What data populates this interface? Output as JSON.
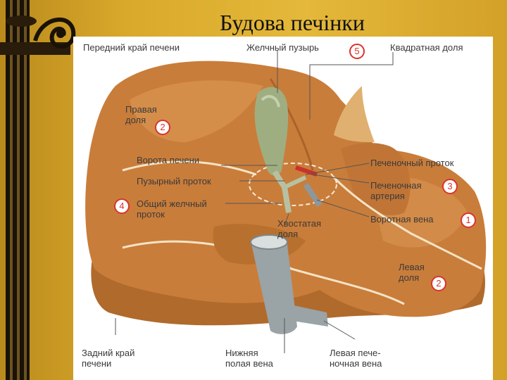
{
  "title": "Будова печінки",
  "labels": {
    "front_edge": "Передний край печени",
    "gallbladder": "Желчный пузырь",
    "quadrate": "Квадратная доля",
    "right_lobe": "Правая\nдоля",
    "porta": "Ворота печени",
    "cystic_duct": "Пузырный проток",
    "common_bile_duct": "Общий желчный\nпроток",
    "hepatic_duct": "Печеночный проток",
    "hepatic_artery": "Печеночная\nартерия",
    "portal_vein": "Воротная вена",
    "caudate": "Хвостатая\nдоля",
    "left_lobe": "Левая\nдоля",
    "back_edge": "Задний край\nпечени",
    "ivc": "Нижняя\nполая вена",
    "left_hepatic_vein": "Левая пече-\nночная вена"
  },
  "badges": {
    "gallbladder": "5",
    "right_lobe": "2",
    "common_bile_duct": "4",
    "hepatic_artery": "3",
    "portal_vein": "1",
    "left_lobe": "2"
  },
  "colors": {
    "liver": "#c97d3a",
    "liver_light": "#dc9a55",
    "gallbladder": "#9fae80",
    "vessel": "#9aa3a6",
    "badge": "#d9342b"
  }
}
